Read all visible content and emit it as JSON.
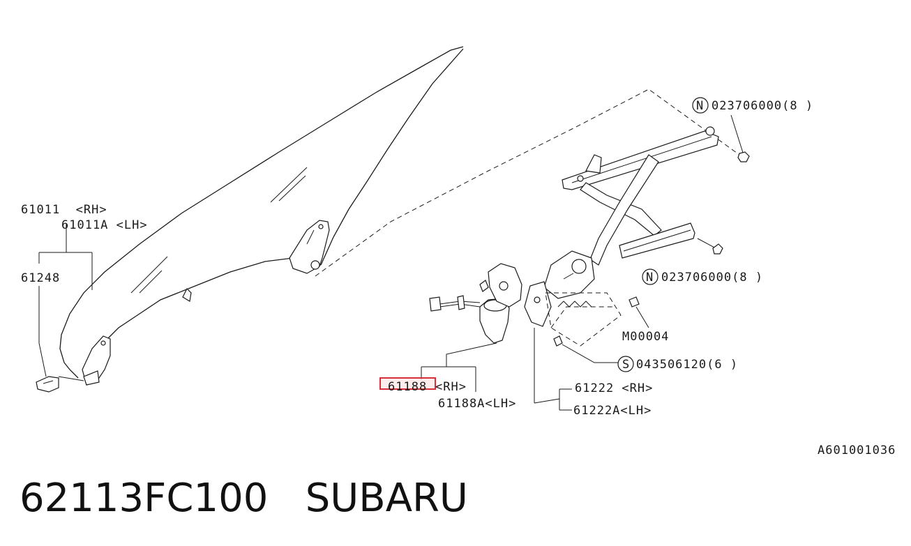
{
  "title": "62113FC100   SUBARU",
  "reference_code": "A601001036",
  "labels": {
    "glass_rh": "61011  <RH>",
    "glass_lh": "61011A <LH>",
    "sash": "61248",
    "nut_top_code": "N",
    "nut_top": "023706000(8 )",
    "nut_mid_code": "N",
    "nut_mid": "023706000(8 )",
    "bolt": "M00004",
    "screw_code": "S",
    "screw": "043506120(6 )",
    "motor_rh_num": "61188",
    "motor_rh_side": "<RH>",
    "motor_lh": "61188A<LH>",
    "regulator_rh": "61222 <RH>",
    "regulator_lh": "61222A<LH>"
  },
  "highlight": {
    "part": "61188",
    "color": "#d8303a"
  }
}
